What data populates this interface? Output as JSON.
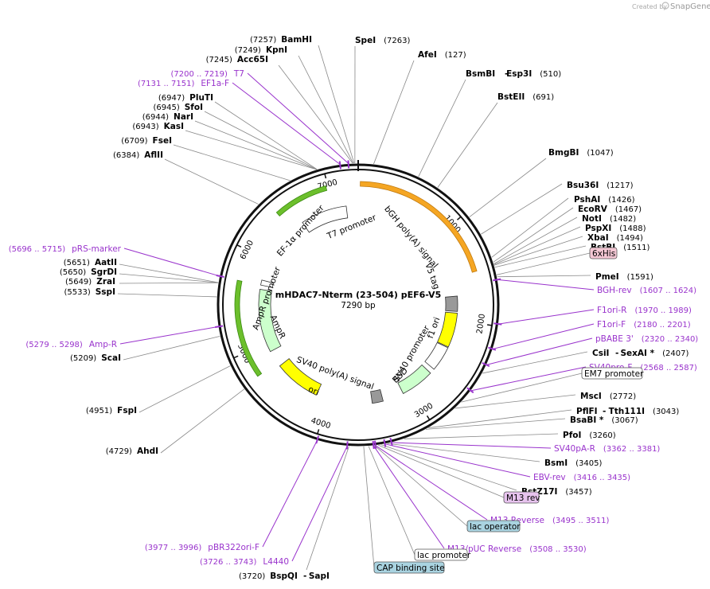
{
  "branding": {
    "created_by": "Created by",
    "product": "SnapGene"
  },
  "plasmid": {
    "name": "mHDAC7-Nterm (23-504) pEF6-V5",
    "length": "7290 bp"
  },
  "ring_ticks": [
    {
      "label": "1000",
      "bp": 1000
    },
    {
      "label": "2000",
      "bp": 2000
    },
    {
      "label": "3000",
      "bp": 3000
    },
    {
      "label": "4000",
      "bp": 4000
    },
    {
      "label": "5000",
      "bp": 5000
    },
    {
      "label": "6000",
      "bp": 6000
    },
    {
      "label": "7000",
      "bp": 7000
    }
  ],
  "enzymes_top": [
    {
      "name": "BamHI",
      "pos": "(7257)"
    },
    {
      "name": "KpnI",
      "pos": "(7249)"
    },
    {
      "name": "Acc65I",
      "pos": "(7245)"
    },
    {
      "name": "SpeI",
      "pos": "(7263)"
    },
    {
      "name": "AfeI",
      "pos": "(127)"
    },
    {
      "name": "BsmBI",
      "pos": "(510)",
      "extra": "Esp3I"
    },
    {
      "name": "BstEII",
      "pos": "(691)"
    },
    {
      "name": "BmgBI",
      "pos": "(1047)"
    }
  ],
  "enzymes_left": [
    {
      "name": "PluTI",
      "pos": "(6947)"
    },
    {
      "name": "SfoI",
      "pos": "(6945)"
    },
    {
      "name": "NarI",
      "pos": "(6944)"
    },
    {
      "name": "KasI",
      "pos": "(6943)"
    },
    {
      "name": "FseI",
      "pos": "(6709)"
    },
    {
      "name": "AflII",
      "pos": "(6384)"
    },
    {
      "name": "AatII",
      "pos": "(5651)"
    },
    {
      "name": "SgrDI",
      "pos": "(5650)"
    },
    {
      "name": "ZraI",
      "pos": "(5649)"
    },
    {
      "name": "SspI",
      "pos": "(5533)"
    },
    {
      "name": "ScaI",
      "pos": "(5209)"
    },
    {
      "name": "FspI",
      "pos": "(4951)"
    },
    {
      "name": "AhdI",
      "pos": "(4729)"
    },
    {
      "name": "BspQI",
      "pos": "(3720)",
      "extra": "SapI"
    }
  ],
  "enzymes_right": [
    {
      "name": "Bsu36I",
      "pos": "(1217)"
    },
    {
      "name": "PshAI",
      "pos": "(1426)"
    },
    {
      "name": "EcoRV",
      "pos": "(1467)"
    },
    {
      "name": "NotI",
      "pos": "(1482)"
    },
    {
      "name": "PspXI",
      "pos": "(1488)"
    },
    {
      "name": "XbaI",
      "pos": "(1494)"
    },
    {
      "name": "BstBI",
      "pos": "(1511)"
    },
    {
      "name": "PmeI",
      "pos": "(1591)"
    },
    {
      "name": "CsiI",
      "pos": "(2407)",
      "extra": "SexAI *"
    },
    {
      "name": "MscI",
      "pos": "(2772)"
    },
    {
      "name": "PflFI",
      "pos": "(3043)",
      "extra": "Tth111I"
    },
    {
      "name": "BsaBI *",
      "pos": "(3067)"
    },
    {
      "name": "PfoI",
      "pos": "(3260)"
    },
    {
      "name": "BsmI",
      "pos": "(3405)"
    },
    {
      "name": "BstZ17I",
      "pos": "(3457)"
    }
  ],
  "primers": [
    {
      "name": "T7",
      "pos": "(7200 .. 7219)"
    },
    {
      "name": "EF1a-F",
      "pos": "(7131 .. 7151)"
    },
    {
      "name": "pRS-marker",
      "pos": "(5696 .. 5715)"
    },
    {
      "name": "Amp-R",
      "pos": "(5279 .. 5298)"
    },
    {
      "name": "BGH-rev",
      "pos": "(1607 .. 1624)"
    },
    {
      "name": "F1ori-R",
      "pos": "(1970 .. 1989)"
    },
    {
      "name": "F1ori-F",
      "pos": "(2180 .. 2201)"
    },
    {
      "name": "pBABE 3'",
      "pos": "(2320 .. 2340)"
    },
    {
      "name": "SV40pro-F",
      "pos": "(2568 .. 2587)"
    },
    {
      "name": "SV40pA-R",
      "pos": "(3362 .. 3381)"
    },
    {
      "name": "EBV-rev",
      "pos": "(3416 .. 3435)"
    },
    {
      "name": "M13 Reverse",
      "pos": "(3495 .. 3511)"
    },
    {
      "name": "M13/pUC Reverse",
      "pos": "(3508 .. 3530)"
    },
    {
      "name": "pBR322ori-F",
      "pos": "(3977 .. 3996)"
    },
    {
      "name": "L4440",
      "pos": "(3726 .. 3743)"
    }
  ],
  "boxed_features": [
    {
      "name": "6xHis",
      "fill": "#f4c7d4"
    },
    {
      "name": "EM7 promoter",
      "fill": "#ffffff"
    },
    {
      "name": "M13 rev",
      "fill": "#e7c3ee"
    },
    {
      "name": "lac operator",
      "fill": "#a9d3e0"
    },
    {
      "name": "lac promoter",
      "fill": "#ffffff"
    },
    {
      "name": "CAP binding site",
      "fill": "#a9d3e0"
    }
  ],
  "inner_features": [
    {
      "name": "T7 promoter"
    },
    {
      "name": "EF-1α promoter"
    },
    {
      "name": "AmpR promoter"
    },
    {
      "name": "AmpR"
    },
    {
      "name": "bGH poly(A) signal"
    },
    {
      "name": "V5 tag"
    },
    {
      "name": "f1 ori"
    },
    {
      "name": "SV40 promoter"
    },
    {
      "name": "BSD"
    },
    {
      "name": "SV40 poly(A) signal"
    },
    {
      "name": "ori"
    }
  ],
  "colors": {
    "enzyme_line": "#888888",
    "primer": "#9933cc",
    "insert_arc": "#f5a623",
    "promoter_arc": "#6cbf2c",
    "ori_yellow": "#ffff00",
    "resistance_green": "#ccffcc",
    "grey_feature": "#999999"
  }
}
